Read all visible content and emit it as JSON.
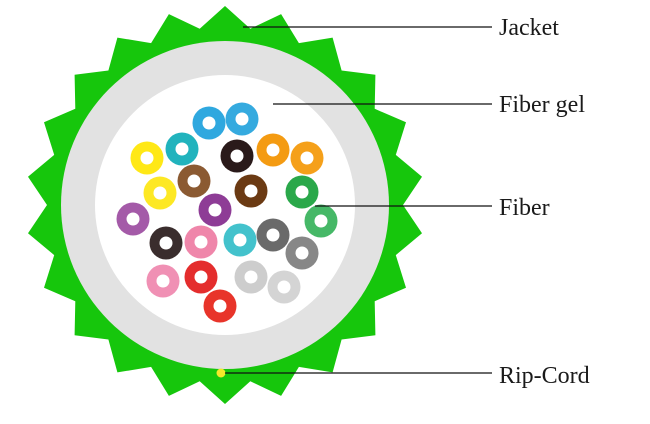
{
  "labels": {
    "jacket": "Jacket",
    "fiber_gel": "Fiber gel",
    "fiber": "Fiber",
    "rip_cord": "Rip-Cord"
  },
  "colors": {
    "jacket": "#16c60c",
    "gel_ring": "#e2e2e2",
    "inner": "#ffffff",
    "rip_cord": "#f5e82a",
    "leader": "#111111"
  },
  "fibers": [
    {
      "name": "blue",
      "color": "#2fa8df"
    },
    {
      "name": "blue",
      "color": "#35aadf"
    },
    {
      "name": "yellow",
      "color": "#ffe816"
    },
    {
      "name": "teal",
      "color": "#21b3bd"
    },
    {
      "name": "black",
      "color": "#2a1a1a"
    },
    {
      "name": "orange",
      "color": "#f49b12"
    },
    {
      "name": "orange",
      "color": "#f5a01a"
    },
    {
      "name": "yellow",
      "color": "#fde824"
    },
    {
      "name": "brown",
      "color": "#8b5a32"
    },
    {
      "name": "brown",
      "color": "#6b3a13"
    },
    {
      "name": "green",
      "color": "#2aa84a"
    },
    {
      "name": "violet",
      "color": "#a45aa8"
    },
    {
      "name": "violet",
      "color": "#8e3c96"
    },
    {
      "name": "green",
      "color": "#46b867"
    },
    {
      "name": "black",
      "color": "#3a2d2d"
    },
    {
      "name": "rose",
      "color": "#ef86aa"
    },
    {
      "name": "aqua",
      "color": "#43c2cc"
    },
    {
      "name": "slate",
      "color": "#6a6a6a"
    },
    {
      "name": "slate",
      "color": "#878787"
    },
    {
      "name": "rose",
      "color": "#f090b4"
    },
    {
      "name": "red",
      "color": "#e42d2d"
    },
    {
      "name": "white",
      "color": "#cdcdcd"
    },
    {
      "name": "white",
      "color": "#d4d4d4"
    },
    {
      "name": "red",
      "color": "#e8342a"
    }
  ]
}
